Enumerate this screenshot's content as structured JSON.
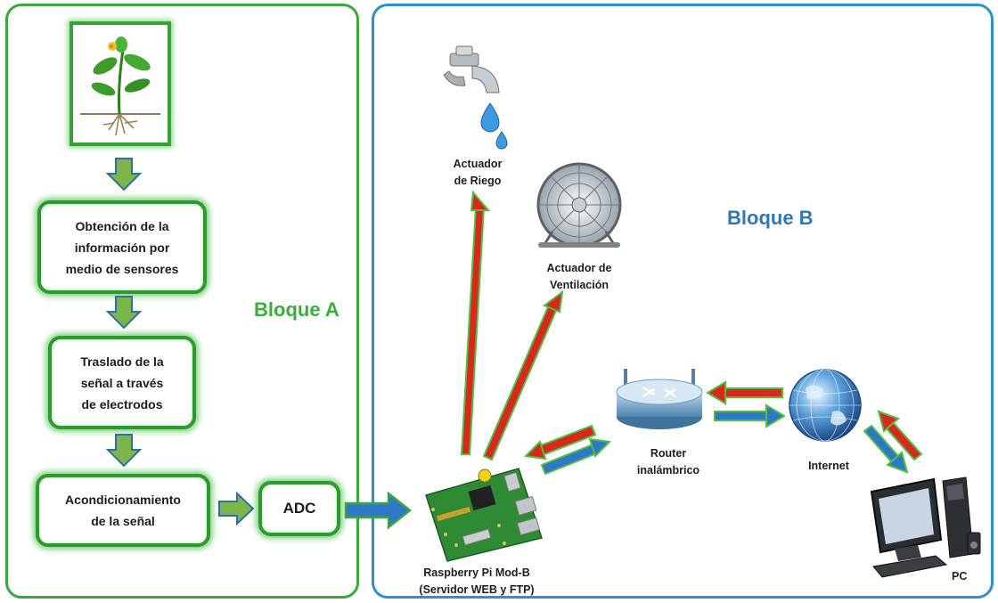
{
  "blocks": {
    "a": {
      "label": "Bloque A"
    },
    "b": {
      "label": "Bloque B"
    }
  },
  "block_a_steps": [
    {
      "text": "Obtención de la\ninformación  por\nmedio de sensores"
    },
    {
      "text": "Traslado  de la\nseñal a través\nde electrodos"
    },
    {
      "text": "Acondicionamiento\nde la señal"
    }
  ],
  "adc": {
    "label": "ADC"
  },
  "block_b_nodes": {
    "irrigation_actuator": "Actuador\nde Riego",
    "ventilation_actuator": "Actuador de\nVentilación",
    "router": "Router\ninalámbrico",
    "internet": "Internet",
    "raspberry_pi": "Raspberry  Pi Mod-B\n(Servidor WEB y FTP)",
    "pc": "PC"
  },
  "icons": [
    "plant-icon",
    "water-faucet-icon",
    "fan-icon",
    "router-icon",
    "globe-icon",
    "raspberry-pi-board-icon",
    "computer-icon"
  ],
  "colors": {
    "block_a_border": "#3aa83a",
    "block_b_border": "#2f8fd0",
    "step_box_border": "#2d9a2d",
    "block_a_label": "#38b038",
    "block_b_label": "#2e78b6",
    "arrow_red": "#d8281e",
    "arrow_green": "#4fbf3f",
    "arrow_blue": "#2f78c8",
    "flow_arrow_fill": "#7ab648"
  }
}
